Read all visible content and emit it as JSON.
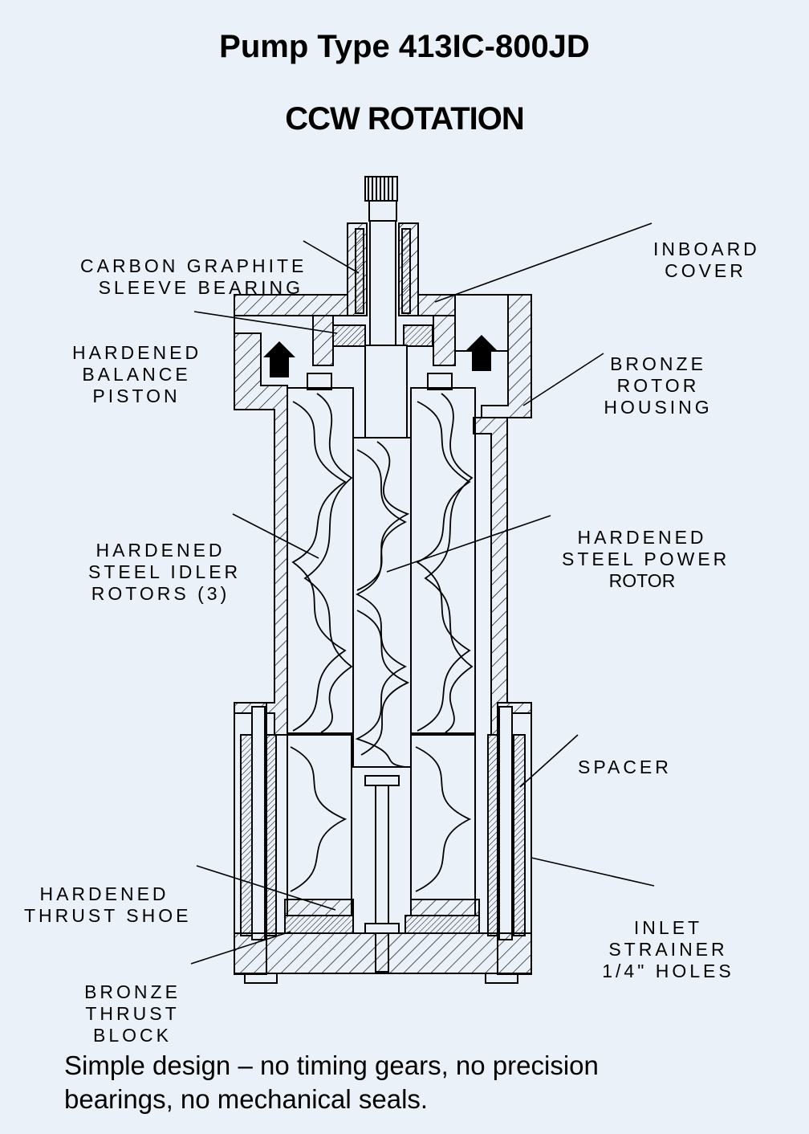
{
  "title": "Pump Type 413IC-800JD",
  "subtitle": "CCW ROTATION",
  "labels": {
    "sleeve_bearing": [
      "CARBON GRAPHITE",
      "SLEEVE BEARING"
    ],
    "inboard_cover": [
      "INBOARD",
      "COVER"
    ],
    "balance_piston": [
      "HARDENED",
      "BALANCE",
      "PISTON"
    ],
    "rotor_housing": [
      "BRONZE",
      "ROTOR",
      "HOUSING"
    ],
    "idler_rotors": [
      "HARDENED",
      "STEEL IDLER",
      "ROTORS (3)"
    ],
    "power_rotor": [
      "HARDENED",
      "STEEL POWER",
      "ROTOR"
    ],
    "spacer": [
      "SPACER"
    ],
    "thrust_shoe": [
      "HARDENED",
      "THRUST SHOE"
    ],
    "inlet_strainer": [
      "INLET",
      "STRAINER",
      "1/4\" HOLES"
    ],
    "thrust_block": [
      "BRONZE",
      "THRUST",
      "BLOCK"
    ]
  },
  "footer": [
    "Simple design – no timing gears, no precision",
    "bearings, no mechanical seals."
  ]
}
